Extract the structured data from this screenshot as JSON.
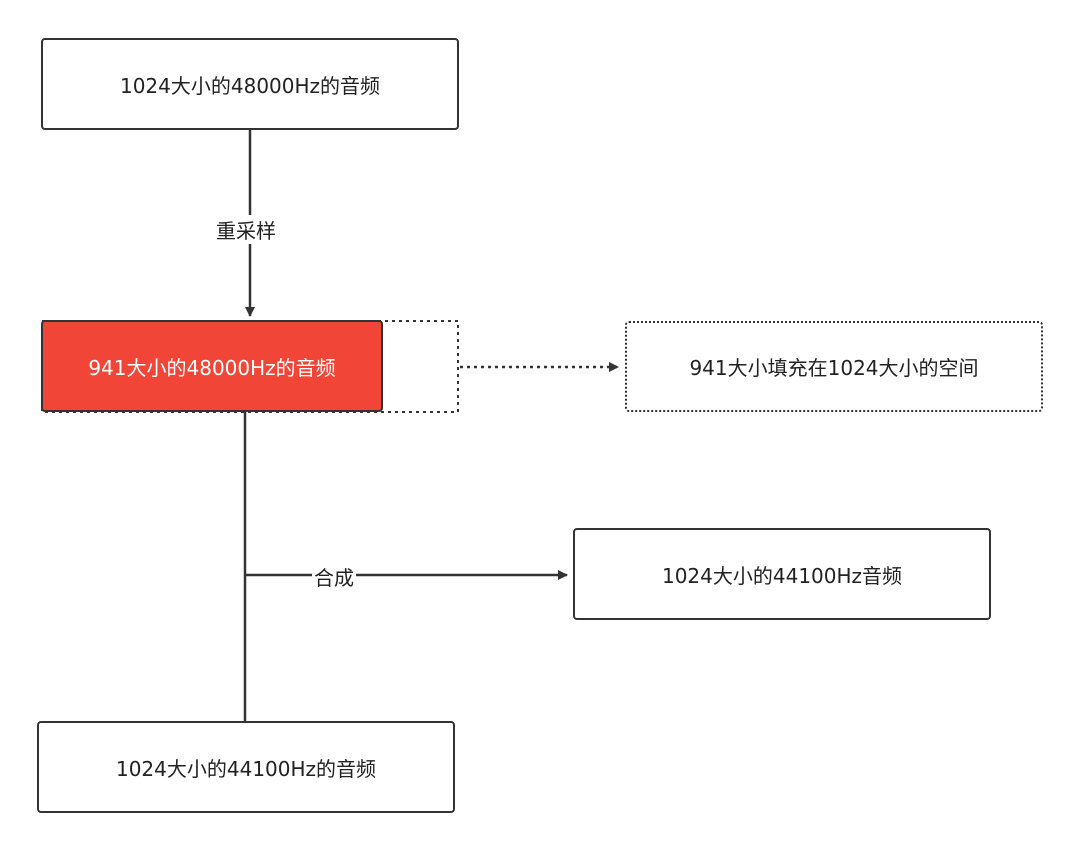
{
  "diagram": {
    "nodes": {
      "source": "1024大小的48000Hz的音频",
      "resampled": "941大小的48000Hz的音频",
      "padding_note": "941大小填充在1024大小的空间",
      "composite": "1024大小的44100Hz音频",
      "output": "1024大小的44100Hz的音频"
    },
    "edges": {
      "resample": "重采样",
      "combine": "合成"
    },
    "colors": {
      "highlight": "#f04537",
      "stroke": "#333333"
    }
  }
}
